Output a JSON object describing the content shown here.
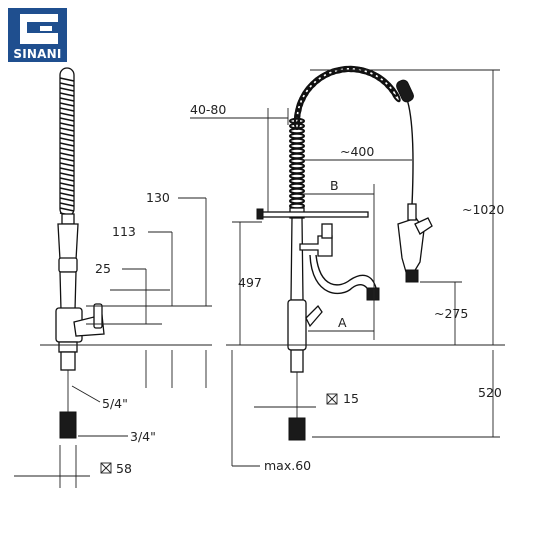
{
  "brand": {
    "name": "SINANI",
    "color": "#1f4f8f"
  },
  "dimensions": {
    "left_view": {
      "d130": "130",
      "d113": "113",
      "d25": "25",
      "thread_top": "5/4\"",
      "thread_bottom": "3/4\"",
      "square": "58"
    },
    "right_view": {
      "deck_range": "40-80",
      "reach": "~400",
      "label_b": "B",
      "label_a": "A",
      "height_497": "497",
      "height_total": "~1020",
      "spray_height": "~275",
      "below_deck": "520",
      "square": "15",
      "max_deck": "max.60"
    }
  },
  "icons": {
    "square_symbol": "square-cross-icon"
  }
}
